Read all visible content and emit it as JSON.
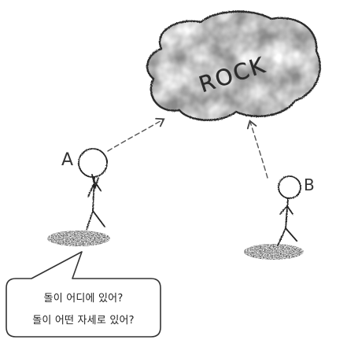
{
  "rock": {
    "label": "ROCK"
  },
  "person_a": {
    "label": "A"
  },
  "person_b": {
    "label": "B"
  },
  "speech_bubble": {
    "line1": "돌이 어디에 있어?",
    "line2": "돌이 어떤 자세로 있어?"
  }
}
